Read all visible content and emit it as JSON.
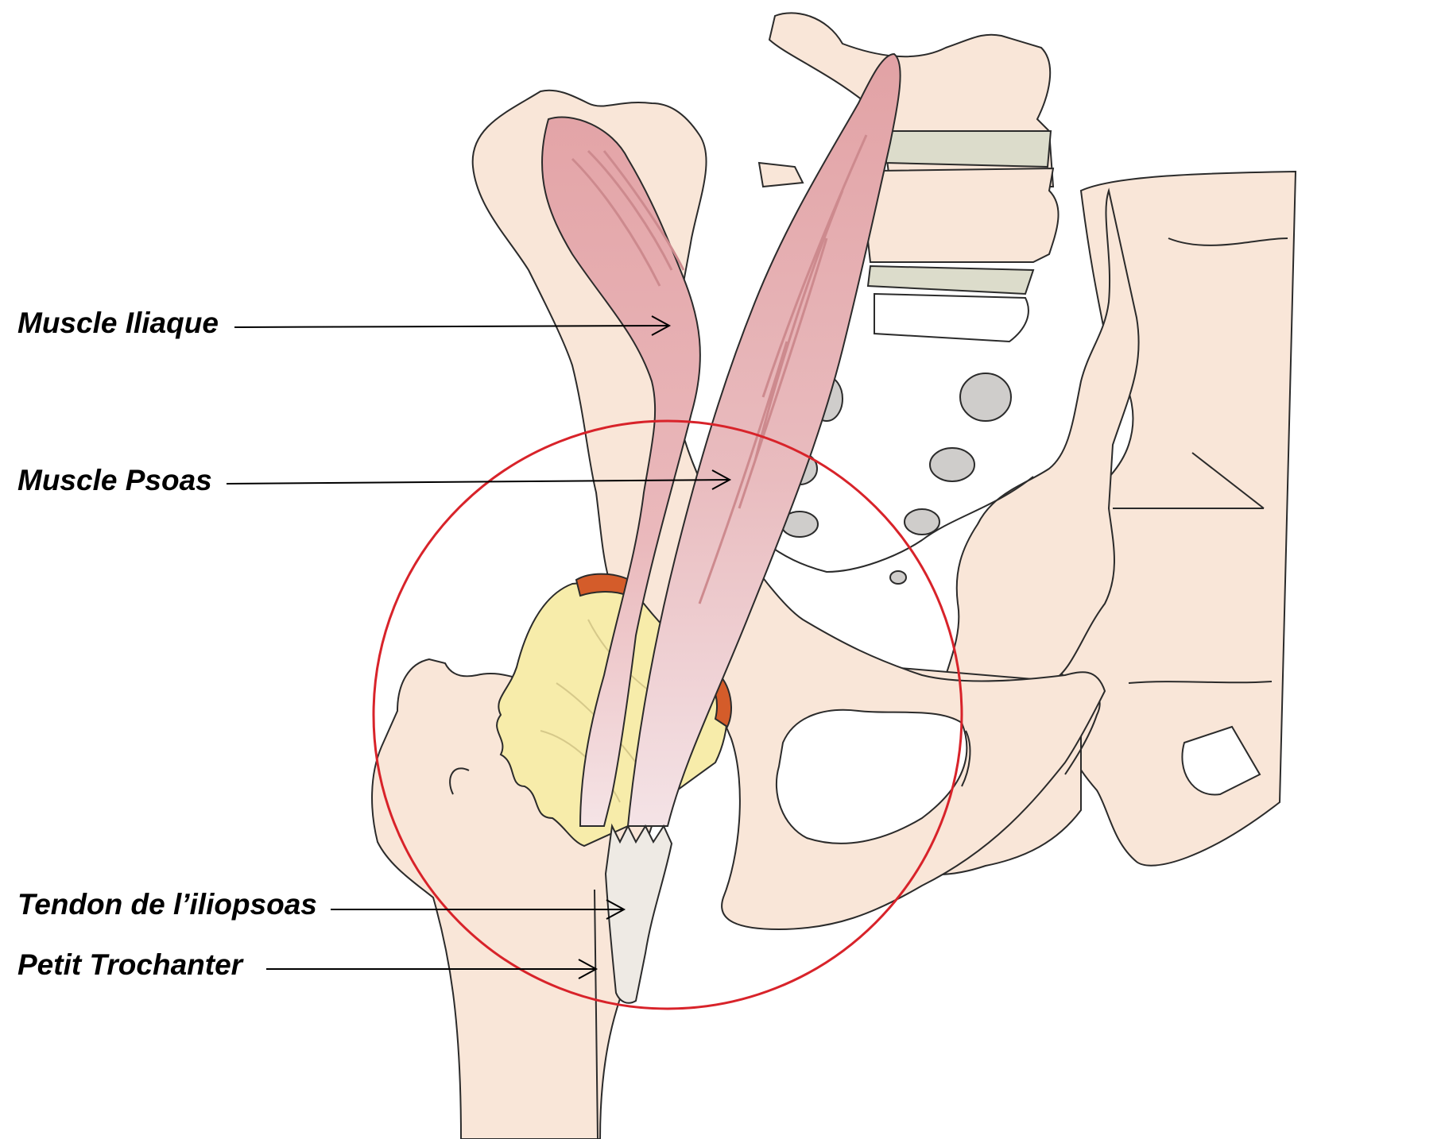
{
  "labels": {
    "iliaque": "Muscle Iliaque",
    "psoas": "Muscle Psoas",
    "tendon": "Tendon de l’iliopsoas",
    "trochanter": "Petit Trochanter"
  },
  "colors": {
    "bone": "#f9e6d8",
    "outline": "#2b2b2b",
    "muscle": "#e2a6a8",
    "muscle_light": "#f1d9dd",
    "fat": "#f7ecaa",
    "capsule_rim": "#d45c2a",
    "foramen": "#cfcdcb",
    "disc": "#dcdccb",
    "tendon": "#eeeae4",
    "circle": "#d8232a"
  }
}
